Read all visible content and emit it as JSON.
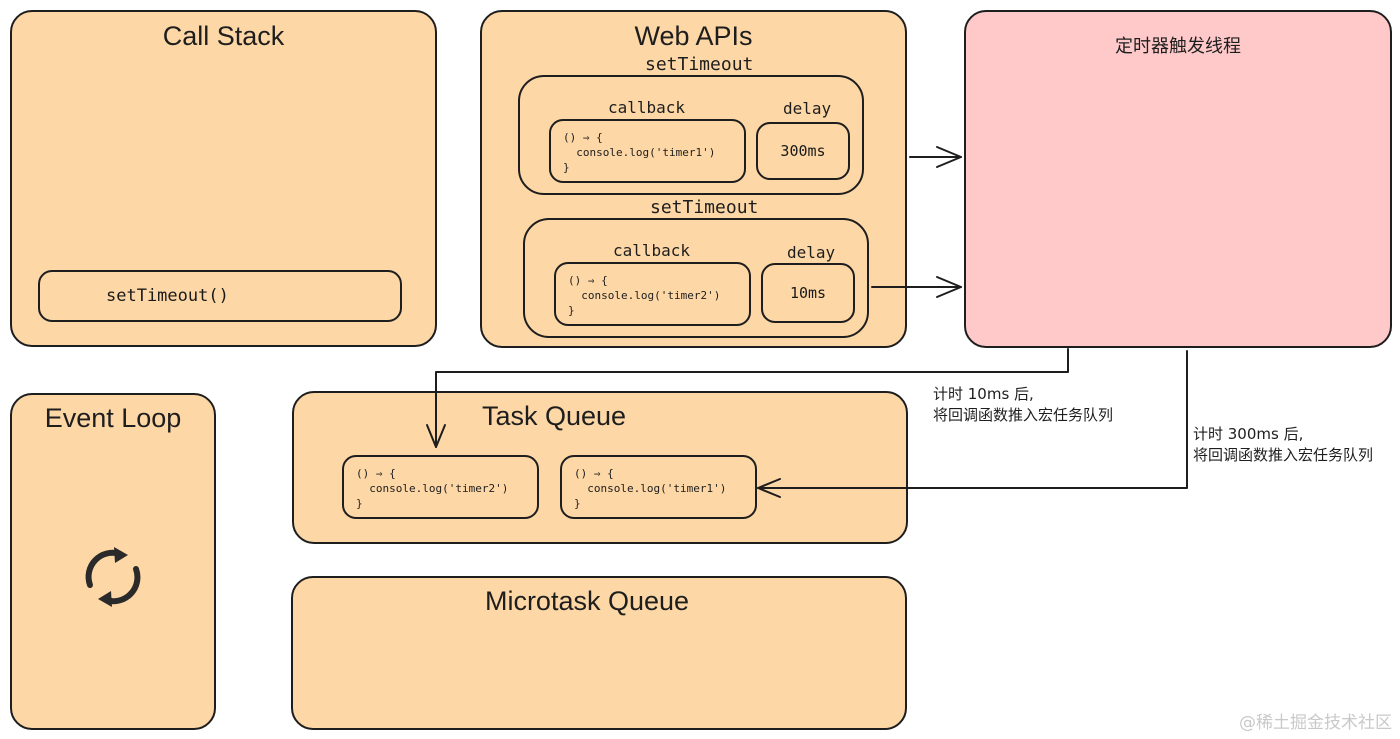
{
  "call_stack": {
    "title": "Call Stack",
    "frame": "setTimeout()"
  },
  "web_apis": {
    "title": "Web APIs",
    "timers": [
      {
        "label": "setTimeout",
        "callback_label": "callback",
        "delay_label": "delay",
        "callback_code": "() ⇒ {\n  console.log('timer1')\n}",
        "delay_value": "300ms"
      },
      {
        "label": "setTimeout",
        "callback_label": "callback",
        "delay_label": "delay",
        "callback_code": "() ⇒ {\n  console.log('timer2')\n}",
        "delay_value": "10ms"
      }
    ]
  },
  "timer_thread": {
    "title": "定时器触发线程"
  },
  "notes": {
    "after_10ms": "计时 10ms 后,\n将回调函数推入宏任务队列",
    "after_300ms": "计时 300ms 后,\n将回调函数推入宏任务队列"
  },
  "event_loop": {
    "title": "Event Loop",
    "icon": "refresh-icon"
  },
  "task_queue": {
    "title": "Task Queue",
    "items": [
      "() ⇒ {\n  console.log('timer2')\n}",
      "() ⇒ {\n  console.log('timer1')\n}"
    ]
  },
  "microtask_queue": {
    "title": "Microtask Queue"
  },
  "watermark": "@稀土掘金技术社区",
  "colors": {
    "panel": "#fdd7a6",
    "timer_thread": "#ffc9c9",
    "stroke": "#1e1e1e"
  }
}
